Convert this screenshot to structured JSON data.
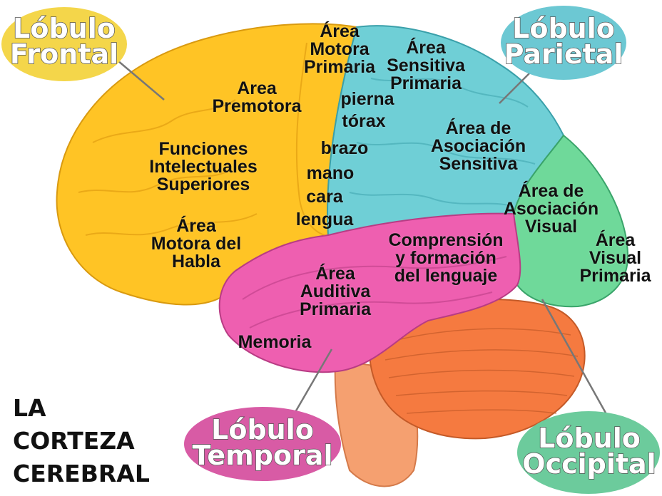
{
  "lobes": {
    "frontal": "Lóbulo\nFrontal",
    "parietal": "Lóbulo\nParietal",
    "temporal": "Lóbulo\nTemporal",
    "occipital": "Lóbulo\nOccipital"
  },
  "areas": {
    "motora_primaria": "Área\nMotora\nPrimaria",
    "sensitiva_primaria": "Área\nSensitiva\nPrimaria",
    "premotora": "Area\nPremotora",
    "pierna": "pierna",
    "torax": "tórax",
    "brazo": "brazo",
    "mano": "mano",
    "cara": "cara",
    "lengua": "lengua",
    "funciones": "Funciones\nIntelectuales\nSuperiores",
    "habla": "Área\nMotora del\nHabla",
    "asoc_sensitiva": "Área de\nAsociación\nSensitiva",
    "asoc_visual": "Área de\nAsociación\nVisual",
    "visual_primaria": "Área\nVisual\nPrimaria",
    "comprension": "Comprensión\ny formación\ndel lenguaje",
    "auditiva": "Área\nAuditiva\nPrimaria",
    "memoria": "Memoria"
  },
  "title": "LA\nCORTEZA\nCEREBRAL",
  "colors": {
    "frontal": "#FFC425",
    "parietal": "#6FCFD6",
    "occipital": "#6FD99A",
    "temporal": "#EE5FB0",
    "cerebellum": "#F57A40",
    "brainstem": "#F5A070",
    "bubble_frontal": "#F4D64A",
    "bubble_parietal": "#6CC8D3",
    "bubble_temporal": "#D85BA5",
    "bubble_occipital": "#6CCB9C"
  }
}
